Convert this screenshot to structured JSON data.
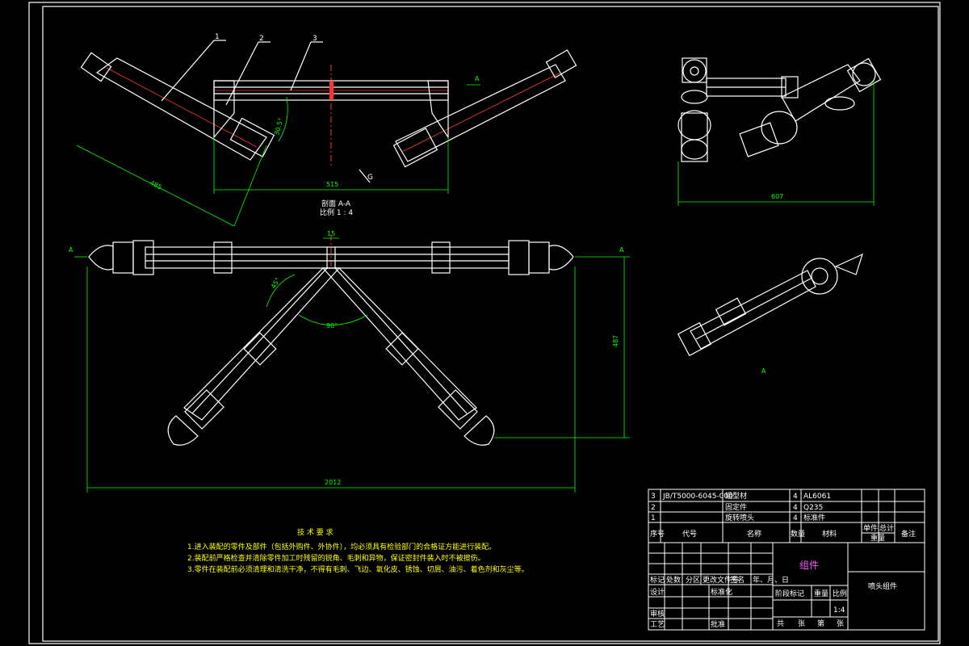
{
  "section_label": {
    "line1": "剖面 A-A",
    "line2": "比例 1 : 4"
  },
  "view_labels": {
    "view_a": "A",
    "arrow_a_top": "A",
    "arrow_a_left": "A",
    "arrow_a_right": "A",
    "arrow_g": "G"
  },
  "balloons": [
    "1",
    "2",
    "3"
  ],
  "dimensions": {
    "top_width": "515",
    "top_diag": "485",
    "top_angle": "30.5°",
    "right_width": "607",
    "plan_center": "15",
    "plan_angle1": "45°",
    "plan_angle2": "90°",
    "plan_height": "487",
    "plan_width": "2012"
  },
  "bom": {
    "rows": [
      {
        "no": "3",
        "code": "JB/T5000-6045-000",
        "name": "铝型材",
        "qty": "4",
        "material": "AL6061"
      },
      {
        "no": "2",
        "code": "",
        "name": "固定件",
        "qty": "4",
        "material": "Q235"
      },
      {
        "no": "1",
        "code": "",
        "name": "旋转喷头",
        "qty": "4",
        "material": "标准件"
      }
    ],
    "headers": {
      "no": "序号",
      "code": "代号",
      "name": "名称",
      "qty": "数量",
      "material": "材料",
      "unit": "单件",
      "total": "总计",
      "weight": "重量",
      "remark": "备注"
    }
  },
  "notes": {
    "title": "技 术 要 求",
    "items": [
      "1.进入装配的零件及部件（包括外购件、外协件），均必须具有检验部门的合格证方能进行装配。",
      "2.装配前严格检查并清除零件加工时残留的锐角、毛刺和异物，保证密封件装入时不被擦伤。",
      "3.零件在装配前必须清理和清洗干净，不得有毛刺、飞边、氧化皮、锈蚀、切屑、油污、着色剂和灰尘等。"
    ]
  },
  "title_block": {
    "assembly_name": "组件",
    "drawing_name": "喷头组件",
    "labels": {
      "mark": "标记",
      "count": "处数",
      "zone": "分区",
      "change_doc": "更改文件号",
      "sign": "签名",
      "date": "年、月、日",
      "design": "设计",
      "std": "标准化",
      "stage_mark": "阶段标记",
      "weight": "重量",
      "scale": "比例",
      "review": "审核",
      "process": "工艺",
      "approve": "批准",
      "sheet_total": "共",
      "sheet": "张",
      "sheet_no": "第",
      "sheet2": "张"
    },
    "scale_value": "1:4"
  }
}
